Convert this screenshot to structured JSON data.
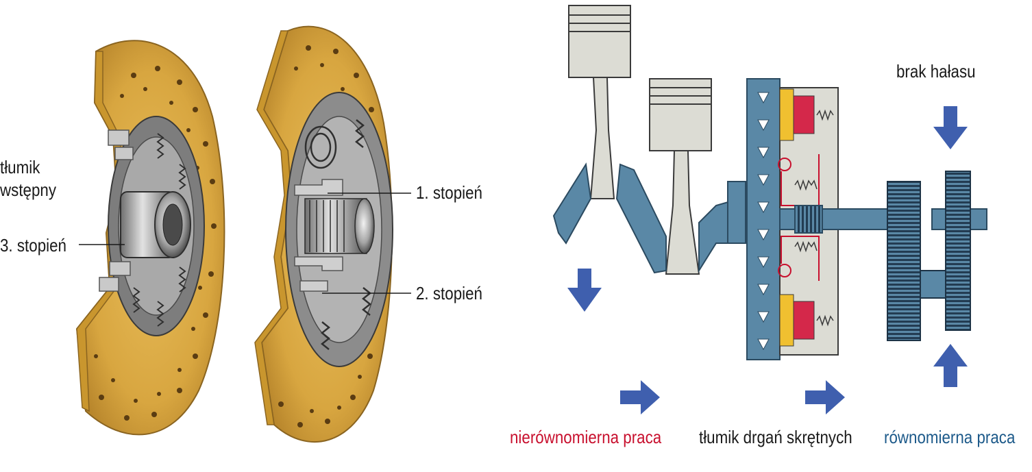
{
  "colors": {
    "friction_lining": "#d8a640",
    "steel": "#b9b9b9",
    "shaft_blue": "#5a88a6",
    "arrow_blue": "#3f5fae",
    "spring_red": "#d4284a",
    "spring_yellow": "#f0c030",
    "piston_grey": "#dcdcd4",
    "label_red": "#c8102e",
    "label_navy": "#1d5a8a"
  },
  "left_labels": {
    "pre_damper_line1": "tłumik",
    "pre_damper_line2": "wstępny",
    "stage3": "3. stopień",
    "stage1": "1. stopień",
    "stage2": "2. stopień"
  },
  "right_labels": {
    "no_noise": "brak hałasu",
    "uneven": "nierównomierna praca",
    "damper": "tłumik drgań skrętnych",
    "even": "równomierna praca"
  }
}
